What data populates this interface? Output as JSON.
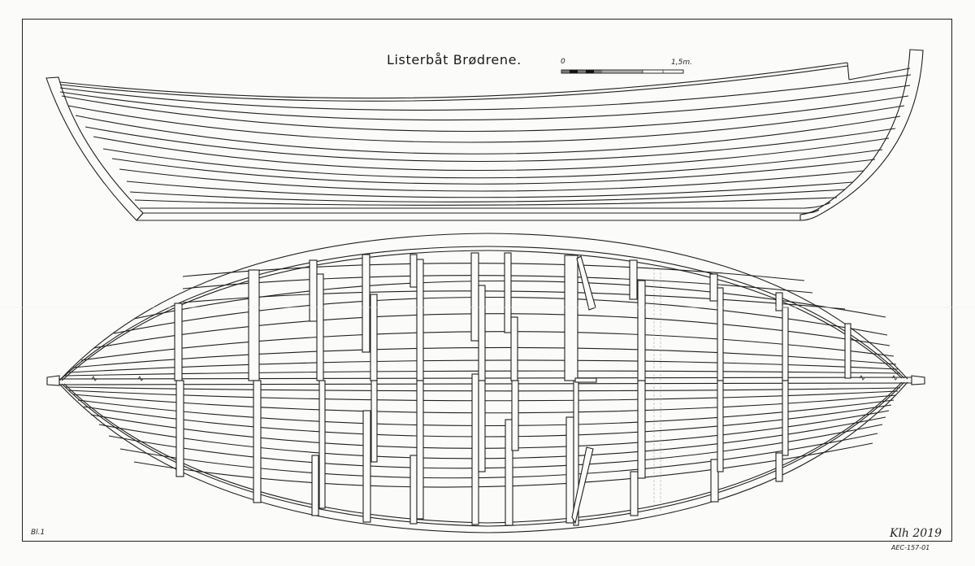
{
  "drawing": {
    "title": "Listerbåt Brødrene.",
    "scale_bar": {
      "start_label": "0",
      "end_label": "1,5m.",
      "segments": [
        "black",
        "grey",
        "black",
        "grey",
        "grey",
        "white",
        "white"
      ]
    },
    "sheet_number": "Bl.1",
    "signature": "Klh 2019",
    "archive_number": "AEC-157-01",
    "views": [
      {
        "name": "profile-view",
        "description": "Side elevation of clinker-built hull showing strakes, stem and sternpost"
      },
      {
        "name": "plan-view",
        "description": "Plan view from above showing strakes, keel centreline and frames"
      }
    ],
    "colors": {
      "paper": "#fbfbfa",
      "ink": "#1f1f1f"
    }
  }
}
